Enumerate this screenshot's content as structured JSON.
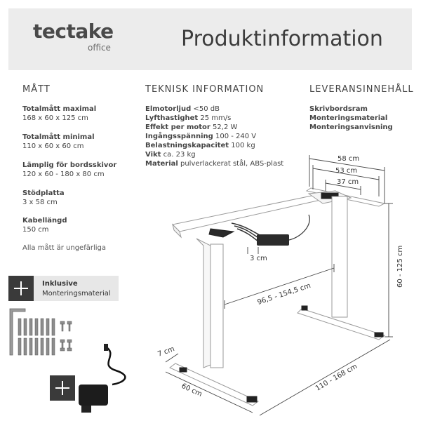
{
  "brand": {
    "name": "tectake",
    "sub": "office"
  },
  "title": "Produktinformation",
  "sections": {
    "matt": "MÅTT",
    "teknisk": "TEKNISK INFORMATION",
    "leverans": "LEVERANSINNEHÅLL"
  },
  "matt_items": [
    {
      "label": "Totalmått maximal",
      "value": "168 x 60 x 125 cm"
    },
    {
      "label": "Totalmått minimal",
      "value": "110 x 60 x 60 cm"
    },
    {
      "label": "Lämplig för bordsskivor",
      "value": "120 x 60 - 180 x 80 cm"
    },
    {
      "label": "Stödplatta",
      "value": "3 x 58 cm"
    },
    {
      "label": "Kabellängd",
      "value": "150 cm"
    }
  ],
  "matt_note": "Alla mått är ungefärliga",
  "teknisk_items": [
    {
      "label": "Elmotorljud",
      "value": "<50 dB"
    },
    {
      "label": "Lyfthastighet",
      "value": "25 mm/s"
    },
    {
      "label": "Effekt per motor",
      "value": "52,2 W"
    },
    {
      "label": "Ingångsspänning",
      "value": "100 - 240 V"
    },
    {
      "label": "Belastningskapacitet",
      "value": "100 kg"
    },
    {
      "label": "Vikt",
      "value": "ca. 23 kg"
    },
    {
      "label": "Material",
      "value": "pulverlackerat stål, ABS-plast"
    }
  ],
  "leverans_items": [
    "Skrivbordsram",
    "Monteringsmaterial",
    "Monteringsanvisning"
  ],
  "inklusive": {
    "title": "Inklusive",
    "sub": "Monteringsmaterial"
  },
  "dimensions": {
    "d58": "58 cm",
    "d53": "53 cm",
    "d37": "37 cm",
    "d3": "3 cm",
    "height": "60 - 125 cm",
    "inner": "96,5 - 154,5 cm",
    "width": "110 - 168 cm",
    "d7": "7 cm",
    "d60": "60 cm"
  }
}
